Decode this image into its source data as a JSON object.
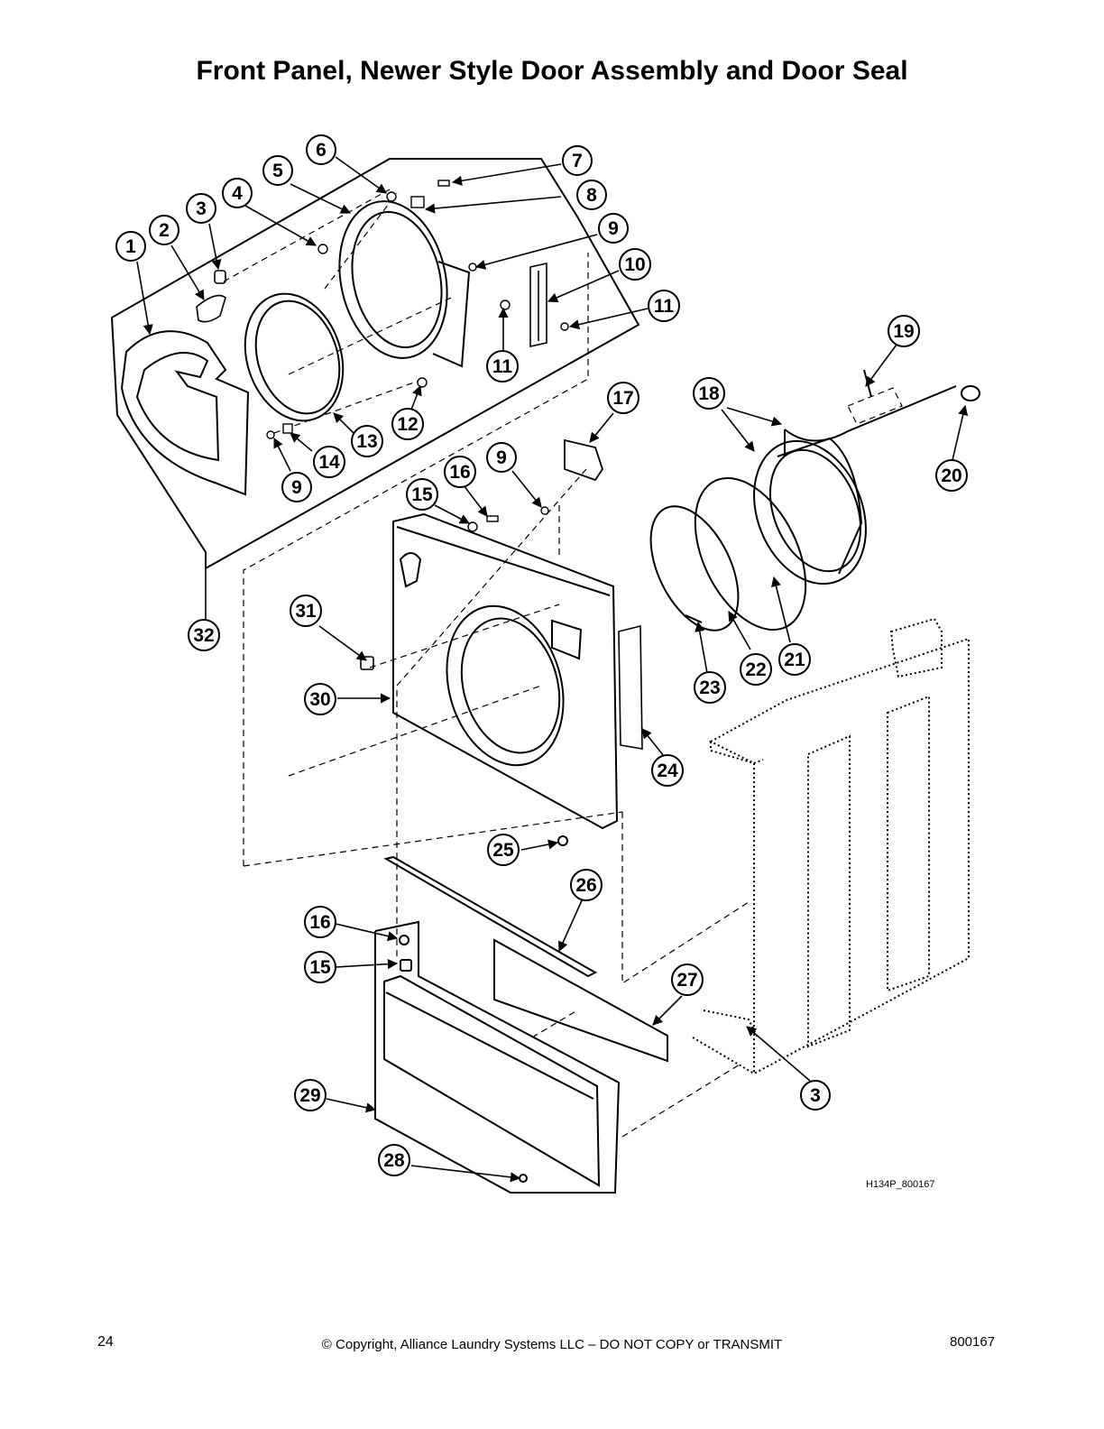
{
  "page": {
    "title": "Front Panel, Newer Style Door Assembly and Door Seal",
    "drawing_code": "H134P_800167",
    "page_number": "24",
    "copyright": "© Copyright, Alliance Laundry Systems LLC – DO NOT COPY or TRANSMIT",
    "doc_number": "800167"
  },
  "callouts": [
    "1",
    "2",
    "3",
    "4",
    "5",
    "6",
    "7",
    "8",
    "9",
    "10",
    "11",
    "11",
    "12",
    "13",
    "14",
    "9",
    "15",
    "16",
    "9",
    "17",
    "18",
    "19",
    "20",
    "21",
    "22",
    "23",
    "24",
    "25",
    "26",
    "27",
    "28",
    "29",
    "30",
    "31",
    "32",
    "16",
    "15",
    "3"
  ]
}
